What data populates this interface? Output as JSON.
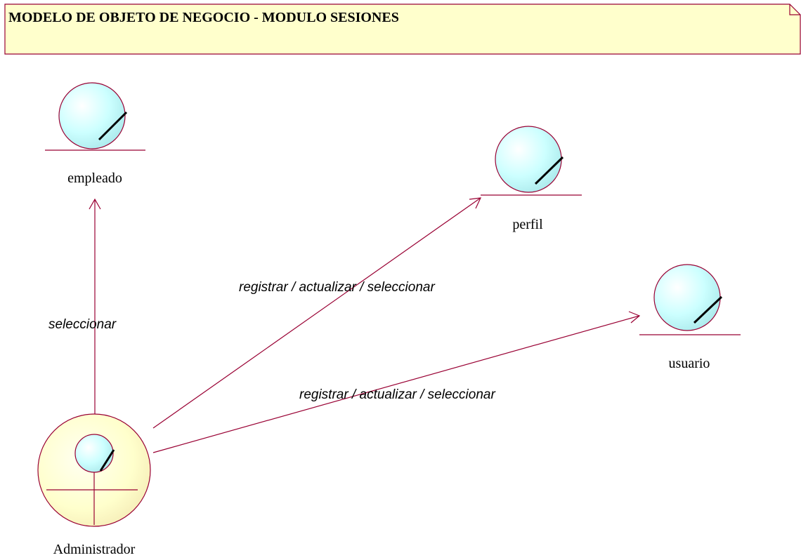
{
  "note": {
    "title": "MODELO DE OBJETO DE NEGOCIO - MODULO SESIONES"
  },
  "entities": {
    "empleado": "empleado",
    "perfil": "perfil",
    "usuario": "usuario"
  },
  "actor": {
    "label": "Administrador"
  },
  "associations": {
    "empleado": "seleccionar",
    "perfil": "registrar / actualizar / seleccionar",
    "usuario": "registrar / actualizar / seleccionar"
  },
  "colors": {
    "line": "#990033",
    "note_fill": "#ffffcc",
    "entity_fill": "#ccffff",
    "actor_fill": "#ffffcc"
  }
}
